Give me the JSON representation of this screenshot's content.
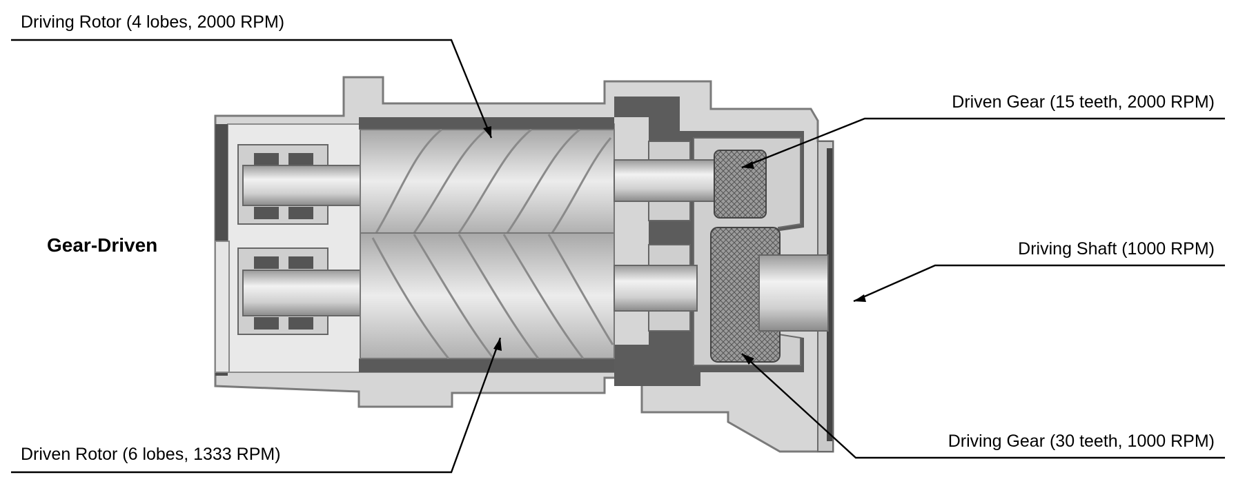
{
  "diagram_title": "Gear-Driven",
  "labels": {
    "driving_rotor": "Driving Rotor (4 lobes, 2000 RPM)",
    "driven_rotor": "Driven Rotor (6 lobes, 1333 RPM)",
    "driven_gear": "Driven Gear (15 teeth, 2000 RPM)",
    "driving_shaft": "Driving Shaft (1000 RPM)",
    "driving_gear": "Driving Gear (30 teeth, 1000 RPM)"
  },
  "colors": {
    "casing": "#d8d8d8",
    "casing_dark": "#5a5a5a",
    "rotor_light": "#e6e6e6",
    "rotor_mid": "#b9b9b9",
    "gear": "#8c8c8c"
  }
}
